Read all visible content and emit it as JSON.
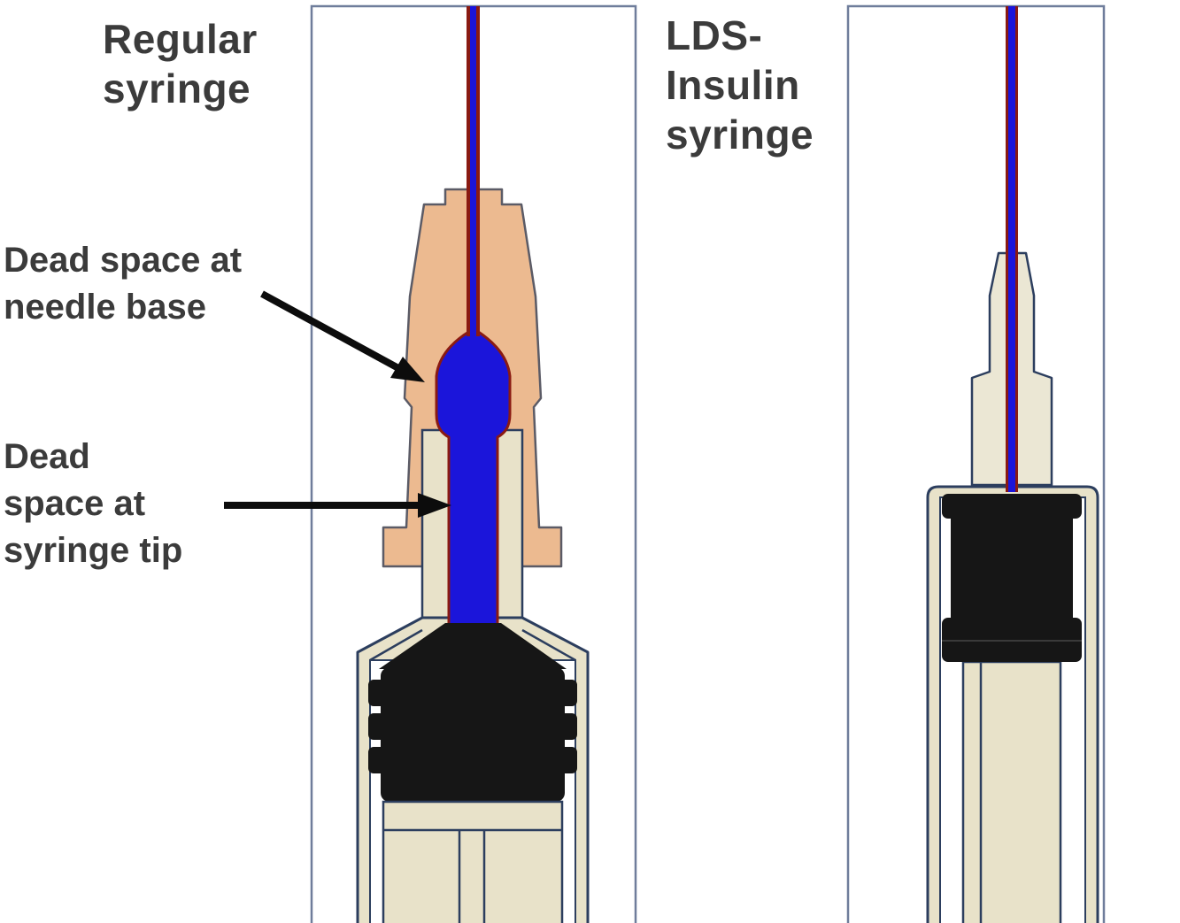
{
  "diagram": {
    "panels": {
      "left": {
        "title": "Regular\nsyringe"
      },
      "right": {
        "title": "LDS-\nInsulin\nsyringe"
      }
    },
    "annotations": {
      "needle_base": {
        "label": "Dead space at\nneedle base"
      },
      "syringe_tip": {
        "label": "Dead\nspace at\nsyringe tip"
      }
    },
    "colors": {
      "dead_space_blue": "#1b15da",
      "needle_red": "#8a1a12",
      "hub_tan": "#ecba90",
      "hub_outline": "#5b5b66",
      "hub_cream": "#ebe7d4",
      "barrel_cream": "#e8e2c9",
      "outline_navy": "#2c3e5e",
      "stopper_black": "#161616",
      "panel_border": "#6f7d9b",
      "text_color": "#3b3b3b",
      "arrow_black": "#0c0c0c",
      "background": "#ffffff"
    }
  }
}
